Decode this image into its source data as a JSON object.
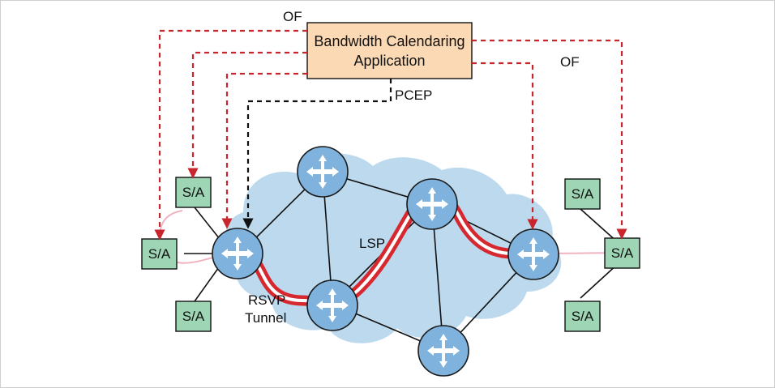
{
  "application": {
    "line1": "Bandwidth Calendaring",
    "line2": "Application"
  },
  "labels": {
    "of_left": "OF",
    "of_right": "OF",
    "pcep": "PCEP",
    "lsp": "LSP",
    "rsvp_line1": "RSVP",
    "rsvp_line2": "Tunnel"
  },
  "service_access": {
    "left_top": "S/A",
    "left_mid": "S/A",
    "left_bottom": "S/A",
    "right_top": "S/A",
    "right_mid": "S/A",
    "right_bottom": "S/A"
  },
  "colors": {
    "cloud": "#bcd9ee",
    "router_fill": "#7fb2dc",
    "router_stroke": "#1a1a1a",
    "app_fill": "#fbd9b4",
    "sa_fill": "#9dd5b5",
    "dashed_red": "#c8262c",
    "tunnel_red": "#d6282e",
    "dashed_black": "#111111"
  },
  "icons": {
    "router": "router-arrows-icon"
  }
}
